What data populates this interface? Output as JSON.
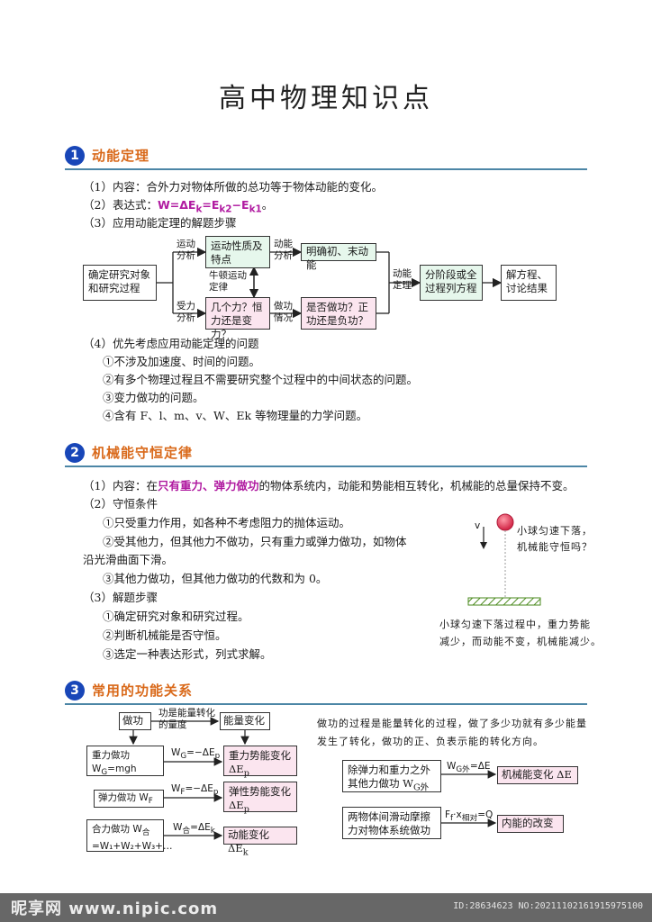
{
  "title": "高中物理知识点",
  "s1": {
    "num": "1",
    "title": "动能定理",
    "l1": "（1）内容：合外力对物体所做的总功等于物体动能的变化。",
    "l2_pre": "（2）表达式：",
    "l2_formula": "W=ΔE",
    "l2_sub_k": "k",
    "l2_eq2": "=E",
    "l2_sub_k2": "k2",
    "l2_minus": "−E",
    "l2_sub_k1": "k1",
    "l2_end": "。",
    "l3": "（3）应用动能定理的解题步骤",
    "flow": {
      "start": "确定研究对象和研究过程",
      "motion": "运动分析",
      "motion_box": "运动性质及特点",
      "newton": "牛顿运动定律",
      "force": "受力分析",
      "force_box": "几个力？恒力还是变力？",
      "ke": "动能分析",
      "ke_box": "明确初、末动能",
      "work": "做功情况",
      "work_box": "是否做功？正功还是负功？",
      "apply": "动能定理",
      "stages": "分阶段或全过程列方程",
      "solve": "解方程、讨论结果"
    },
    "l4": "（4）优先考虑应用动能定理的问题",
    "i1": "①不涉及加速度、时间的问题。",
    "i2": "②有多个物理过程且不需要研究整个过程中的中间状态的问题。",
    "i3": "③变力做功的问题。",
    "i4": "④含有 F、l、m、v、W、Ek 等物理量的力学问题。"
  },
  "s2": {
    "num": "2",
    "title": "机械能守恒定律",
    "l1_pre": "（1）内容：在",
    "l1_hl": "只有重力、弹力做功",
    "l1_post": "的物体系统内，动能和势能相互转化，机械能的总量保持不变。",
    "l2": "（2）守恒条件",
    "c1": "①只受重力作用，如各种不考虑阻力的抛体运动。",
    "c2a": "②受其他力，但其他力不做功，只有重力或弹力做功，如物体",
    "c2b": "沿光滑曲面下滑。",
    "c3": "③其他力做功，但其他力做功的代数和为 0。",
    "l3": "（3）解题步骤",
    "st1": "①确定研究对象和研究过程。",
    "st2": "②判断机械能是否守恒。",
    "st3": "③选定一种表达形式，列式求解。",
    "fig": {
      "v": "v",
      "q1": "小球匀速下落，",
      "q2": "机械能守恒吗？",
      "a1": "小球匀速下落过程中，重力势能",
      "a2": "减少，而动能不变，机械能减少。"
    },
    "ball_color": "#e23a5a"
  },
  "s3": {
    "num": "3",
    "title": "常用的功能关系",
    "work": "做功",
    "measure": "功是能量转化的量度",
    "energy_change": "能量变化",
    "g_left": "重力做功 W",
    "g_left_sub": "G",
    "g_left2": "=mgh",
    "g_rel": "W",
    "g_rel_sub": "G",
    "g_rel2": "=−ΔE",
    "g_rel_sub2": "p",
    "g_right": "重力势能变化 ΔE",
    "g_right_sub": "p",
    "e_left": "弹力做功 W",
    "e_left_sub": "F",
    "e_rel": "W",
    "e_rel_sub": "F",
    "e_rel2": "=−ΔE",
    "e_rel_sub2": "p",
    "e_right": "弹性势能变化 ΔE",
    "e_right_sub": "p",
    "t_left": "合力做功 W",
    "t_left_sub": "合",
    "t_left2": "=W₁+W₂+W₃+…",
    "t_rel": "W",
    "t_rel_sub": "合",
    "t_rel2": "=ΔE",
    "t_rel_sub2": "k",
    "t_right": "动能变化 ΔE",
    "t_right_sub": "k",
    "note1": "做功的过程是能量转化的过程，做了多少功就有多少能量",
    "note2": "发生了转化，做功的正、负表示能的转化方向。",
    "o_left": "除弹力和重力之外其他力做功 W",
    "o_left_sub": "G外",
    "o_rel": "W",
    "o_rel_sub": "G外",
    "o_rel2": "=ΔE",
    "o_right": "机械能变化 ΔE",
    "f_left": "两物体间滑动摩擦力对物体系统做功",
    "f_rel": "F",
    "f_rel_sub": "f",
    "f_rel2": "·x",
    "f_rel_sub2": "相对",
    "f_rel3": "=Q",
    "f_right": "内能的改变"
  },
  "watermark": {
    "left": "昵享网 www.nipic.com",
    "right": "ID:28634623 NO:20211102161915975100"
  }
}
